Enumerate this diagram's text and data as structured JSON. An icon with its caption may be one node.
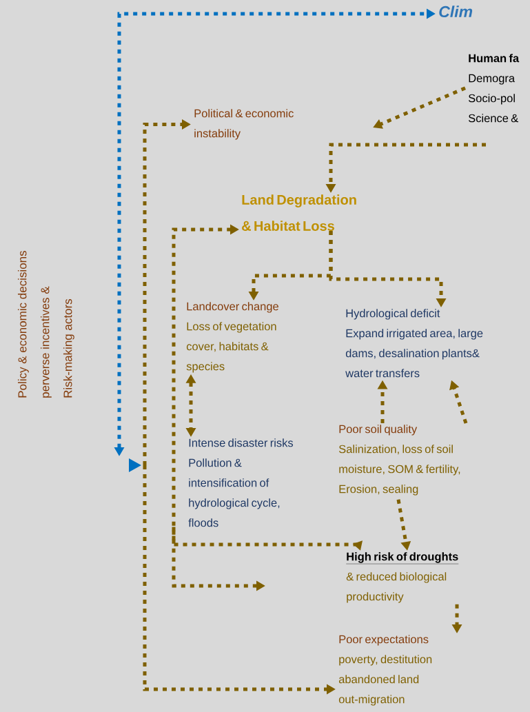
{
  "diagram": {
    "nodes": [
      {
        "text": [
          "Clim"
        ]
      },
      {
        "text": [
          "Human fa",
          "Demogra",
          "Socio-pol",
          "Science &"
        ]
      },
      {
        "text": [
          "Political & economic instability"
        ]
      },
      {
        "text": [
          "Land Degradation & Habitat Loss"
        ]
      },
      {
        "text": [
          "Landcover change",
          "Loss of vegetation cover, habitats & species"
        ]
      },
      {
        "text": [
          "Hydrological deficit",
          "Expand irrigated area, large dams, desalination plants& water transfers"
        ]
      },
      {
        "text": [
          "Intense disaster risks",
          "Pollution & intensification of hydrological cycle, floods"
        ]
      },
      {
        "text": [
          "Poor soil quality",
          "Salinization, loss of soil moisture, SOM & fertility, Erosion, sealing"
        ]
      },
      {
        "text": [
          "High risk of droughts",
          "& reduced biological productivity"
        ]
      },
      {
        "text": [
          "Poor expectations",
          "poverty, destitution abandoned land out-migration"
        ]
      }
    ],
    "edges": [
      {
        "from": null,
        "to": 0,
        "arrow": "both",
        "color": "#0070c0"
      },
      {
        "from": 1,
        "to": null,
        "arrow": "to"
      },
      {
        "from": null,
        "to": 3,
        "arrow": "to"
      },
      {
        "from": null,
        "to": 3,
        "arrow": "both"
      },
      {
        "from": 3,
        "to": 4,
        "arrow": "to"
      },
      {
        "from": 3,
        "to": 5,
        "arrow": "to"
      },
      {
        "from": 4,
        "to": 6,
        "arrow": "both"
      },
      {
        "from": 7,
        "to": 5,
        "arrow": "to"
      },
      {
        "from": 7,
        "to": 5,
        "arrow": "to"
      },
      {
        "from": 6,
        "to": 8,
        "arrow": "to"
      },
      {
        "from": 7,
        "to": 8,
        "arrow": "to"
      },
      {
        "from": 8,
        "to": 9,
        "arrow": "to"
      },
      {
        "from": null,
        "to": 2,
        "arrow": "to"
      },
      {
        "from": null,
        "to": 9,
        "arrow": "to"
      }
    ],
    "labels": [
      "Policy & economic decisions",
      "perverse incentives &",
      "Risk-making actors"
    ]
  }
}
